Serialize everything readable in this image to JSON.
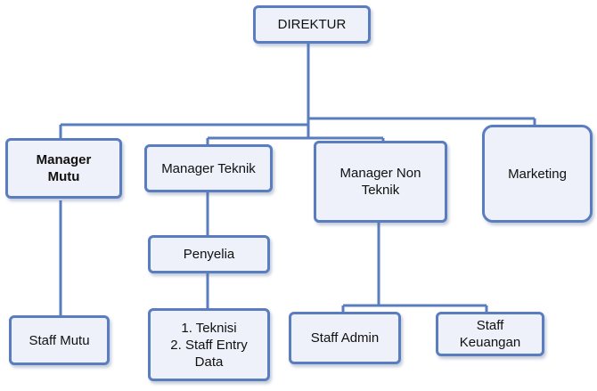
{
  "colors": {
    "border": "#5a7dbf",
    "fill": "#eef1f9",
    "line": "#5a7dbf"
  },
  "nodes": {
    "direktur": "DIREKTUR",
    "manager_mutu": [
      "Manager",
      "Mutu"
    ],
    "manager_teknik": "Manager Teknik",
    "manager_non_teknik": [
      "Manager Non",
      "Teknik"
    ],
    "marketing": "Marketing",
    "penyelia": "Penyelia",
    "teknisi_list": [
      "1. Teknisi",
      "2. Staff Entry",
      "Data"
    ],
    "staff_mutu": "Staff Mutu",
    "staff_admin": "Staff Admin",
    "staff_keuangan": [
      "Staff",
      "Keuangan"
    ]
  }
}
